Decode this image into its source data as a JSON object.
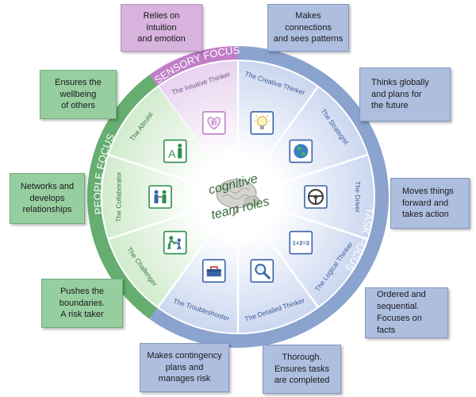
{
  "center": {
    "line1": "cognitive",
    "line2": "team roles"
  },
  "focus_labels": {
    "sensory": "SENSORY FOCUS",
    "task": "TASK FOCUS",
    "people": "PEOPLE FOCUS"
  },
  "roles": [
    {
      "id": "intuitive",
      "name": "The Intuitive Thinker",
      "focus": "sensory",
      "icon": "ei-heart-icon",
      "icon_text": "EI",
      "description": "Relies on\nintuition\nand emotion"
    },
    {
      "id": "creative",
      "name": "The Creative Thinker",
      "focus": "task",
      "icon": "lightbulb-icon",
      "description": "Makes\nconnections\nand sees patterns"
    },
    {
      "id": "strategist",
      "name": "The Strategist",
      "focus": "task",
      "icon": "globe-icon",
      "description": "Thinks globally\nand plans for\nthe future"
    },
    {
      "id": "driver",
      "name": "The Driver",
      "focus": "task",
      "icon": "steering-wheel-icon",
      "description": "Moves things\nforward and\ntakes action"
    },
    {
      "id": "logical",
      "name": "The Logical Thinker",
      "focus": "task",
      "icon": "equation-icon",
      "icon_text": "1+2=3",
      "description": "Ordered and\nsequential.\nFocuses on facts"
    },
    {
      "id": "detailed",
      "name": "The Detailed Thinker",
      "focus": "task",
      "icon": "magnifier-icon",
      "description": "Thorough.\nEnsures tasks\nare completed"
    },
    {
      "id": "troubleshooter",
      "name": "The Troubleshooter",
      "focus": "task",
      "icon": "toolbox-icon",
      "description": "Makes contingency\nplans and\nmanages risk"
    },
    {
      "id": "challenger",
      "name": "The Challenger",
      "focus": "people",
      "icon": "pushing-people-icon",
      "description": "Pushes the\nboundaries.\nA risk taker"
    },
    {
      "id": "collaborator",
      "name": "The Collaborator",
      "focus": "people",
      "icon": "two-people-icon",
      "description": "Networks and\ndevelops\nrelationships"
    },
    {
      "id": "altruist",
      "name": "The Altruist",
      "focus": "people",
      "icon": "helping-person-icon",
      "icon_text": "A",
      "description": "Ensures the\nwellbeing\nof others"
    }
  ],
  "colors": {
    "sensory": "#c07ec8",
    "task": "#8aa3cf",
    "people": "#65ae6f",
    "sensory_fill": "#ead8ef",
    "task_fill": "#d8e1f3",
    "people_fill": "#dcefd9",
    "icon_green": "#2f8d4a",
    "icon_blue": "#3a64a8"
  }
}
